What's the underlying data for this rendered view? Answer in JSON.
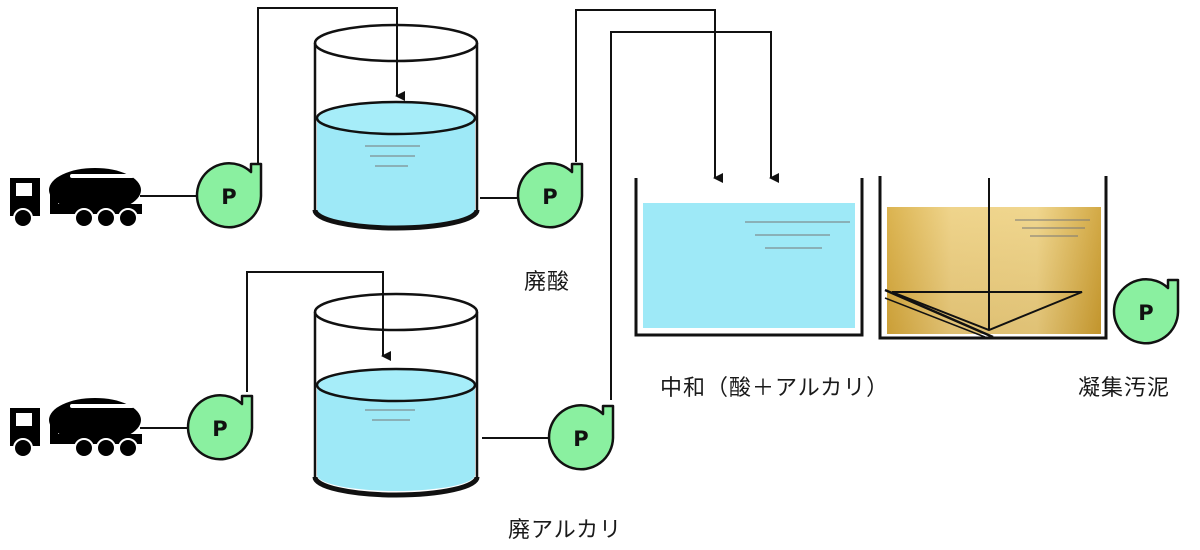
{
  "labels": {
    "acid": "廃酸",
    "alkali": "廃アルカリ",
    "neutralization": "中和（酸＋アルカリ）",
    "sludge": "凝集汚泥"
  },
  "pump_letter": "P",
  "colors": {
    "water": "#9ee9f7",
    "pump": "#8af0a0",
    "sludge_light": "#f6e3a6",
    "sludge_dark": "#d1a53b",
    "line": "#111111"
  },
  "icons": [
    "tanker-truck-icon",
    "pump-icon",
    "storage-tank-icon",
    "neutralization-tank-icon",
    "settling-tank-icon",
    "arrow-down-icon"
  ]
}
